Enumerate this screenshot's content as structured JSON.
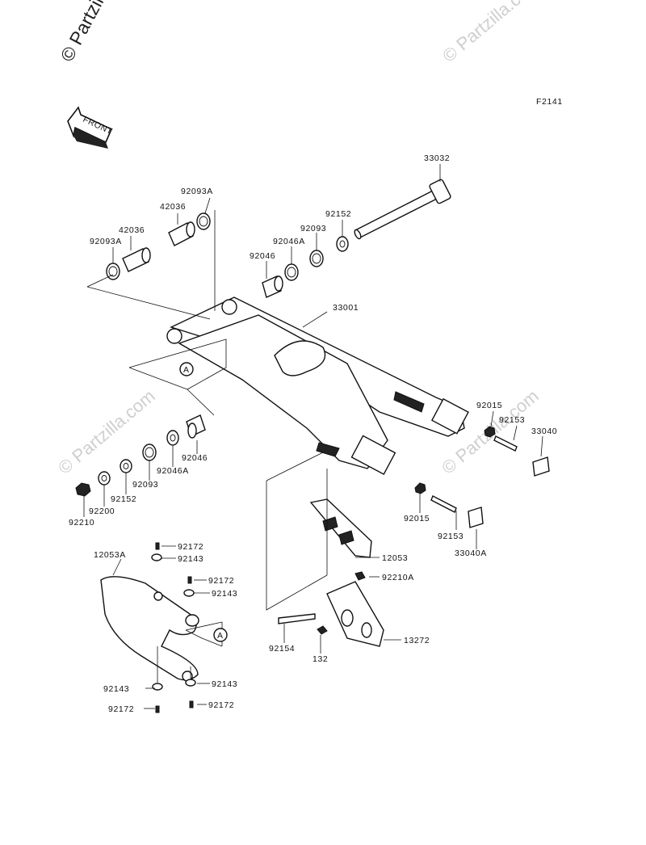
{
  "watermarks": {
    "main": "© Partzilla",
    "faint": "© Partzilla.com"
  },
  "figure_code": "F2141",
  "front_label": "FRONT",
  "ref_marker": "A",
  "parts": {
    "p33032": "33032",
    "p92093A_top": "92093A",
    "p42036_top": "42036",
    "p42036_left": "42036",
    "p92093A_left": "92093A",
    "p92152_top": "92152",
    "p92093_top": "92093",
    "p92046A_top": "92046A",
    "p92046_top": "92046",
    "p33001": "33001",
    "p92015_right": "92015",
    "p92153_right": "92153",
    "p33040": "33040",
    "p92046_low": "92046",
    "p92046A_low": "92046A",
    "p92093_low": "92093",
    "p92152_low": "92152",
    "p92200": "92200",
    "p92210": "92210",
    "p92015_mid": "92015",
    "p92153_mid": "92153",
    "p33040A": "33040A",
    "p12053": "12053",
    "p12053A": "12053A",
    "p92172_a": "92172",
    "p92143_a": "92143",
    "p92172_b": "92172",
    "p92143_b": "92143",
    "p92143_c": "92143",
    "p92143_d": "92143",
    "p92172_c": "92172",
    "p92172_d": "92172",
    "p92210A": "92210A",
    "p13272": "13272",
    "p92154": "92154",
    "p132": "132"
  }
}
